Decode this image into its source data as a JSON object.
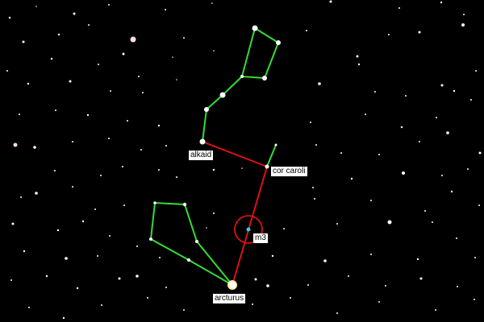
{
  "labels": {
    "alkaid": "alkaid",
    "cor_caroli": "cor caroli",
    "m3": "m3",
    "arcturus": "arcturus"
  },
  "colors": {
    "background": "#000000",
    "constellation_line": "#33dd33",
    "pointer_line": "#dd1111",
    "target_circle": "#dd1111",
    "target_marker": "#33ccee",
    "star": "#ffffff",
    "label_bg": "#ffffff",
    "label_text": "#000000"
  },
  "icons": {
    "target": "red-circle-target-icon",
    "cluster": "cyan-star-cluster-icon"
  }
}
